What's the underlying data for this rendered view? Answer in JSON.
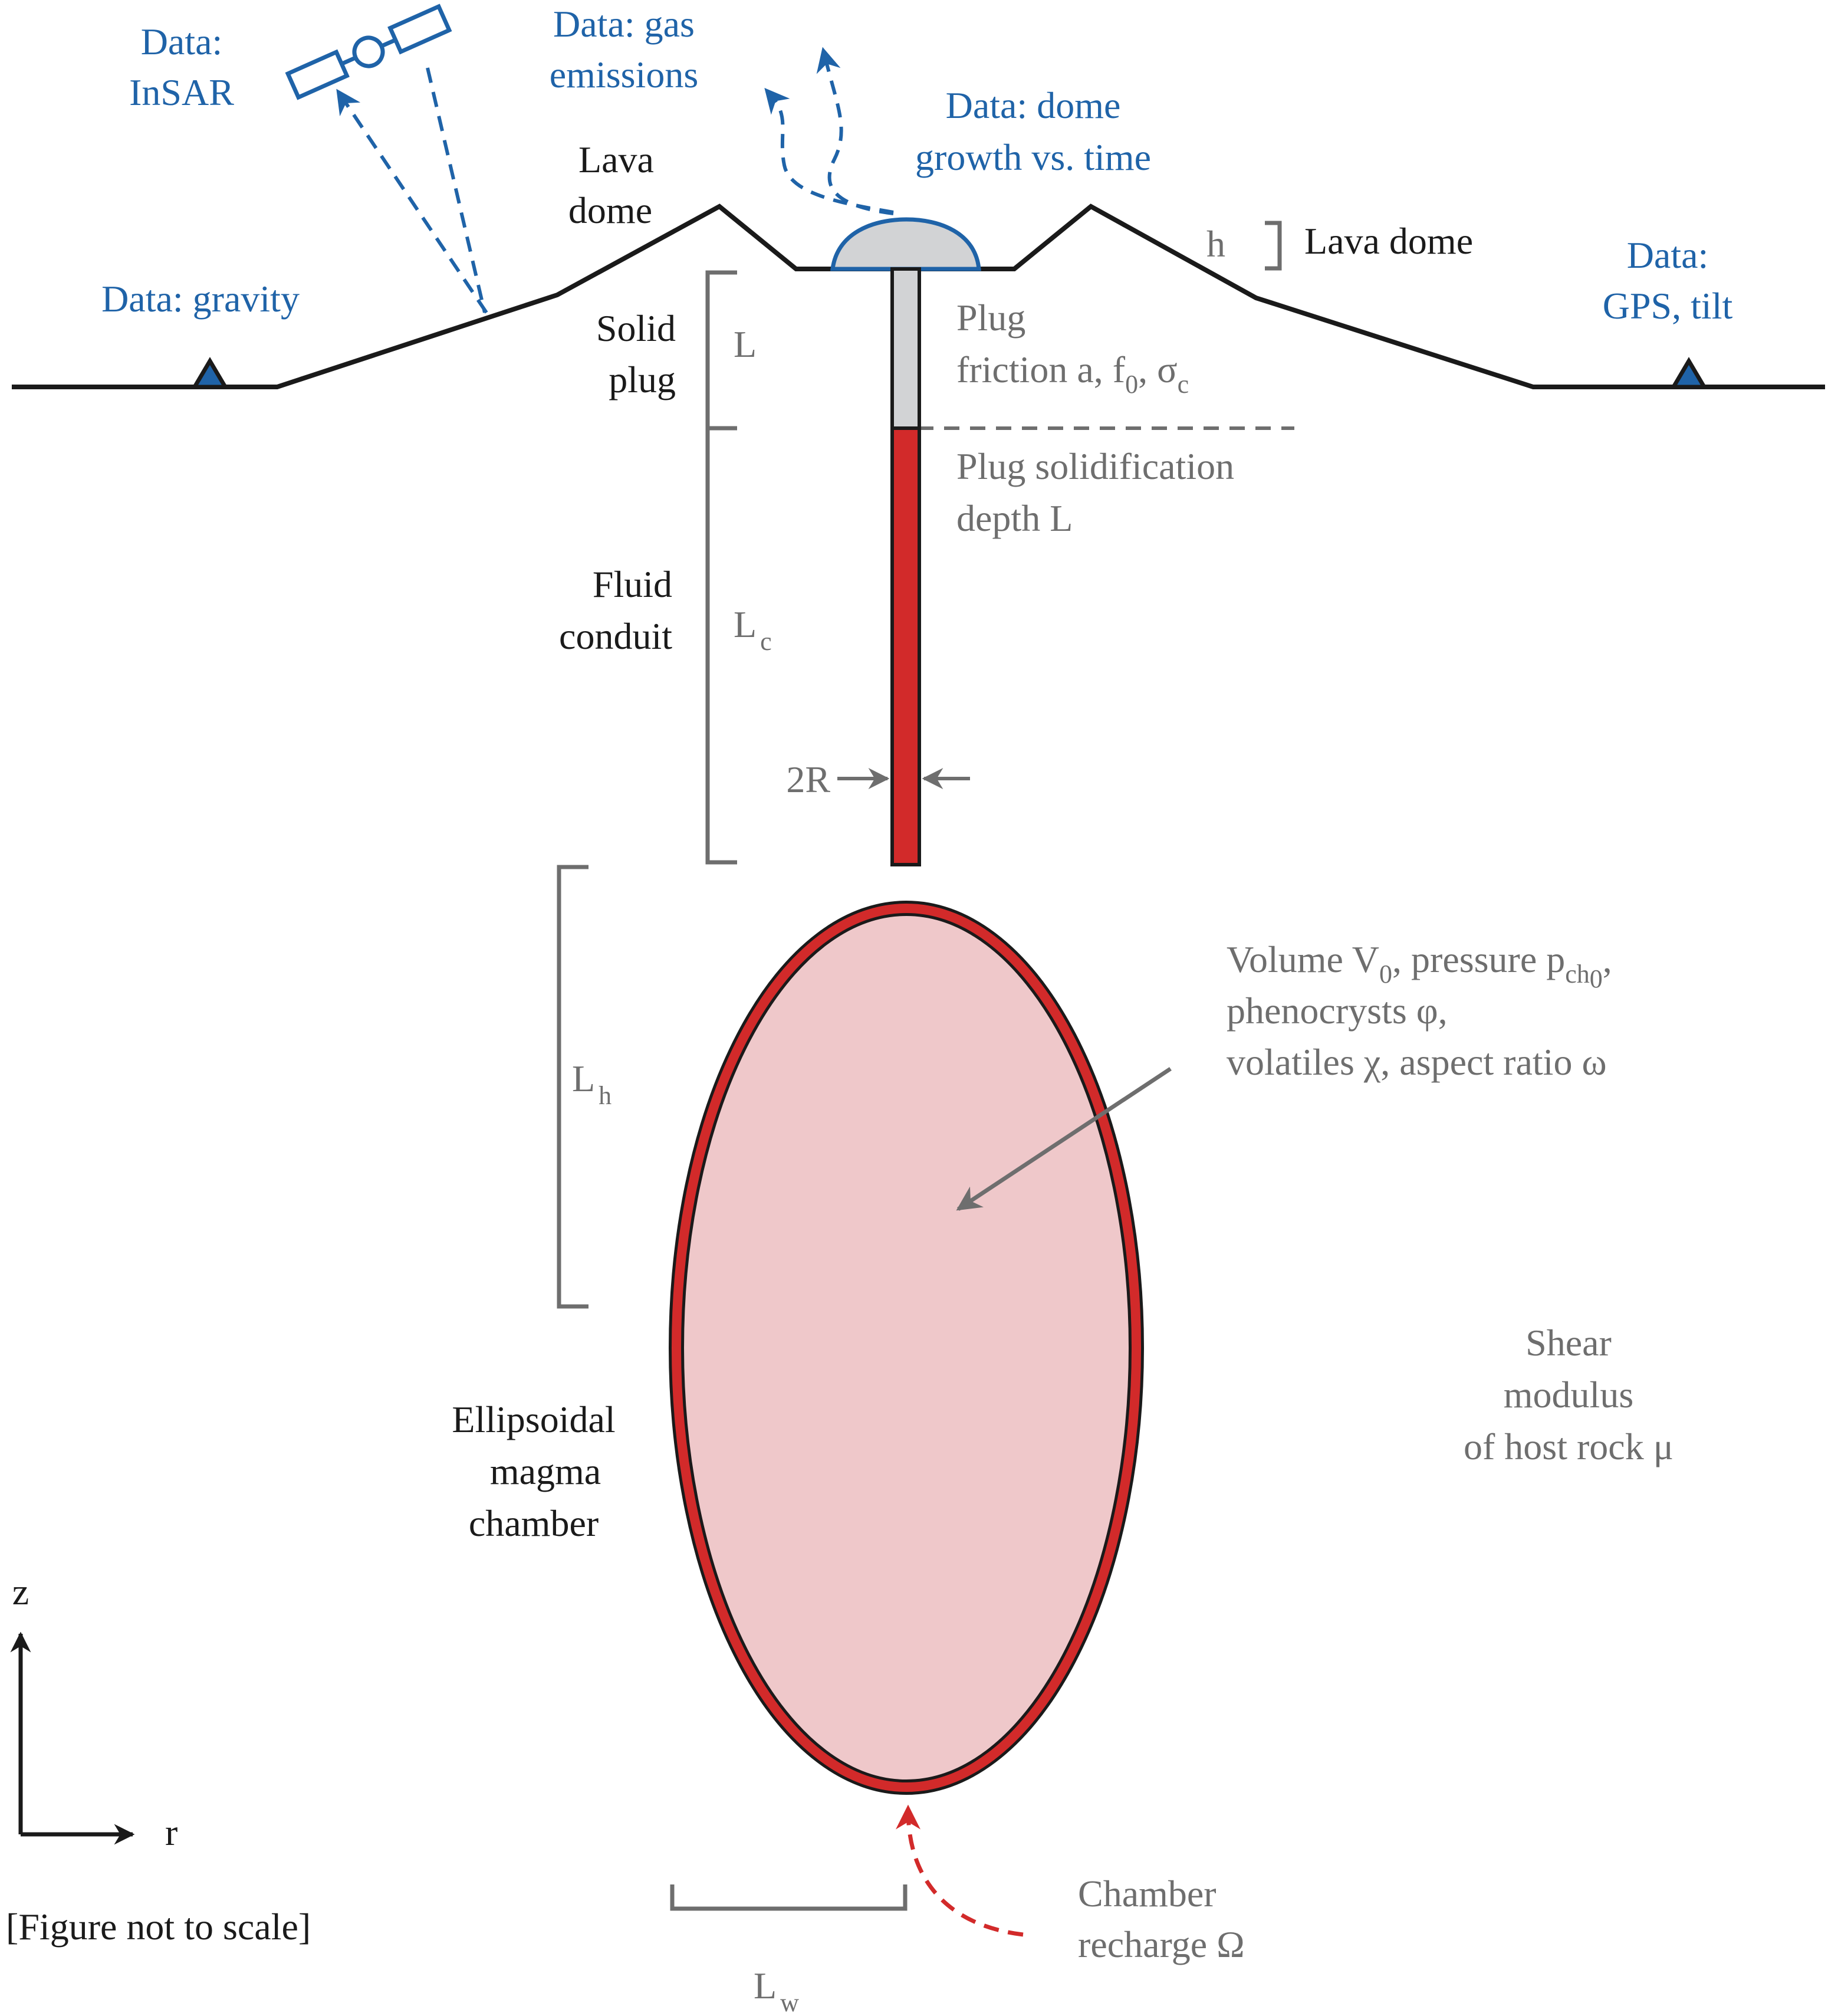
{
  "labels": {
    "data_insar": [
      "Data:",
      "InSAR"
    ],
    "data_gas": [
      "Data: gas",
      "emissions"
    ],
    "data_dome_growth": [
      "Data: dome",
      "growth vs. time"
    ],
    "data_gravity": "Data: gravity",
    "data_gps_tilt": [
      "Data:",
      "GPS, tilt"
    ],
    "lava_dome_top": [
      "Lava",
      "dome"
    ],
    "lava_dome_h_letter": "h",
    "lava_dome_right": "Lava dome",
    "solid_plug": [
      "Solid",
      "plug"
    ],
    "plug_L": "L",
    "plug": "Plug",
    "plug_friction": "friction a, f",
    "plug_friction_sub0": "0",
    "plug_friction_sigma": ", σ",
    "plug_friction_subc": "c",
    "plug_solidification": [
      "Plug solidification",
      "depth L"
    ],
    "fluid_conduit": [
      "Fluid",
      "conduit"
    ],
    "Lc_main": "L",
    "Lc_sub": "c",
    "two_R": "2R",
    "Lh_main": "L",
    "Lh_sub": "h",
    "chamber_props": {
      "line1_a": "Volume V",
      "line1_sub0": "0",
      "line1_b": ", pressure p",
      "line1_subch": "ch",
      "line1_sub0b": "0",
      "line1_c": ",",
      "line2": "phenocrysts φ,",
      "line3": "volatiles χ, aspect ratio ω"
    },
    "shear_modulus": [
      "Shear",
      "modulus",
      "of host rock μ"
    ],
    "ellipsoidal_chamber": [
      "Ellipsoidal",
      "magma",
      "chamber"
    ],
    "axis_z": "z",
    "axis_r": "r",
    "not_to_scale": "[Figure not to scale]",
    "chamber_recharge": [
      "Chamber",
      "recharge Ω"
    ],
    "Lw_main": "L",
    "Lw_sub": "w"
  },
  "colors": {
    "ink": "#1a1a1a",
    "gray": "#6e6e6e",
    "blue": "#1f63a8",
    "magma_red": "#d22a2a",
    "chamber_fill": "#efc8ca",
    "dome_fill": "#d2d3d5",
    "station_fill": "#1f63a8"
  },
  "icons": [
    "satellite-icon",
    "gravity-station-icon",
    "gps-station-icon"
  ]
}
